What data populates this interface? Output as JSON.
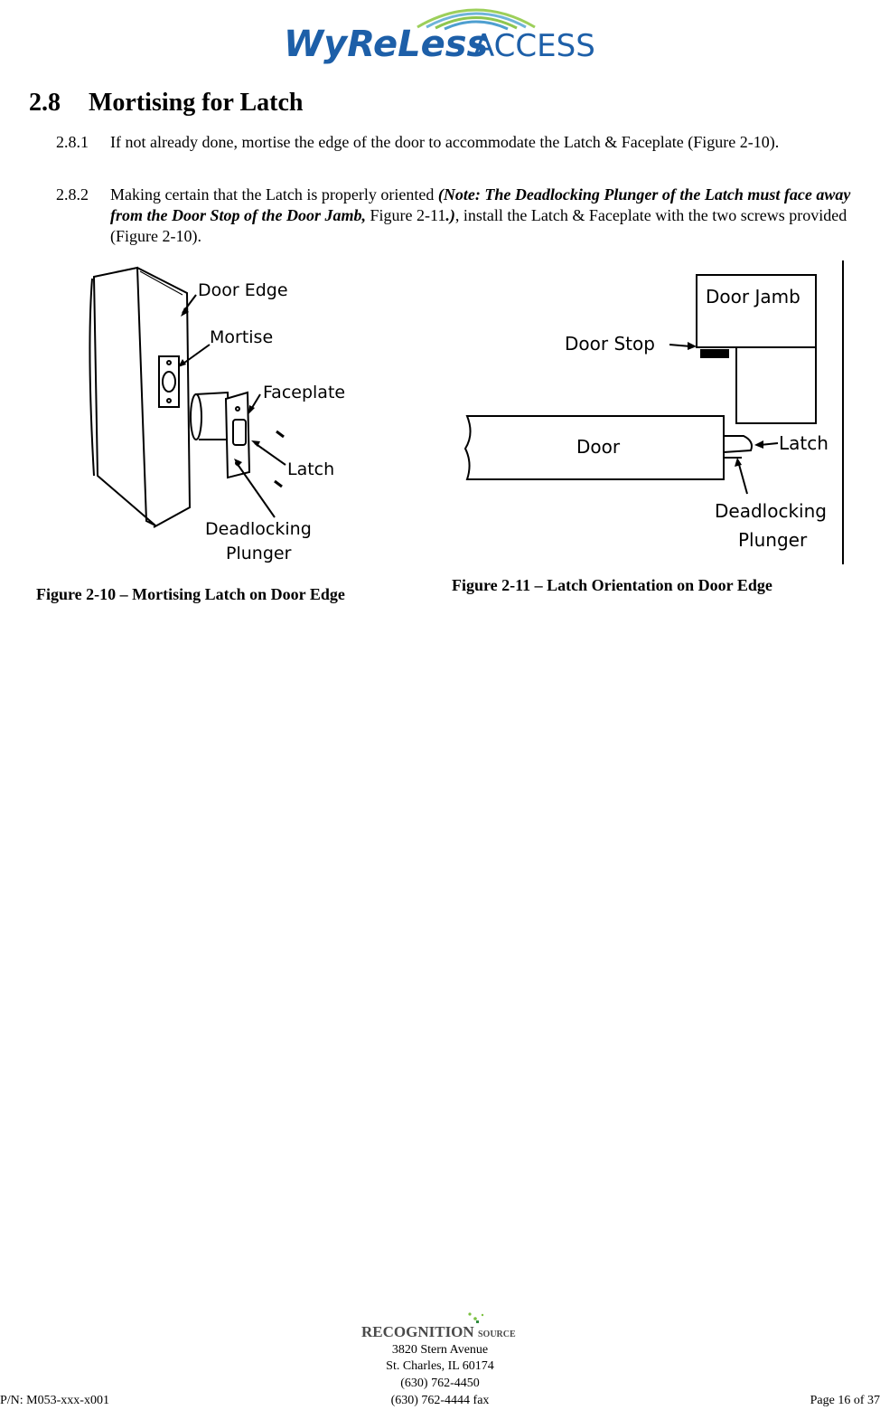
{
  "header": {
    "logo_text_1": "WyReLess",
    "logo_text_2": "ACCESS"
  },
  "section": {
    "number": "2.8",
    "title": "Mortising for Latch",
    "items": [
      {
        "number": "2.8.1",
        "text": "If not already done, mortise the edge of the door to accommodate the Latch & Faceplate (Figure 2-10)."
      },
      {
        "number": "2.8.2",
        "text_before": "Making certain that the Latch is properly oriented ",
        "text_note": "(Note: The Deadlocking Plunger of the Latch must face away from the Door Stop of the Door Jamb,",
        "text_ref": " Figure 2-11",
        "text_paren": ".)",
        "text_after": ", install the Latch & Faceplate with the two screws provided (Figure 2-10)."
      }
    ]
  },
  "figure_10": {
    "labels": {
      "door_edge": "Door Edge",
      "mortise": "Mortise",
      "faceplate": "Faceplate",
      "latch": "Latch",
      "deadlocking": "Deadlocking",
      "plunger": "Plunger"
    },
    "caption": "Figure 2-10 – Mortising Latch on Door Edge"
  },
  "figure_11": {
    "labels": {
      "door_jamb": "Door Jamb",
      "door_stop": "Door Stop",
      "door": "Door",
      "latch": "Latch",
      "deadlocking": "Deadlocking",
      "plunger": "Plunger"
    },
    "caption": "Figure 2-11 – Latch Orientation on Door Edge"
  },
  "footer": {
    "logo_text_1": "RECOGNITION",
    "logo_text_2": "SOURCE",
    "address": [
      "3820 Stern Avenue",
      "St. Charles, IL 60174",
      "(630) 762-4450",
      "(630) 762-4444 fax"
    ],
    "part_number": "P/N: M053-xxx-x001",
    "page": "Page 16 of 37"
  }
}
